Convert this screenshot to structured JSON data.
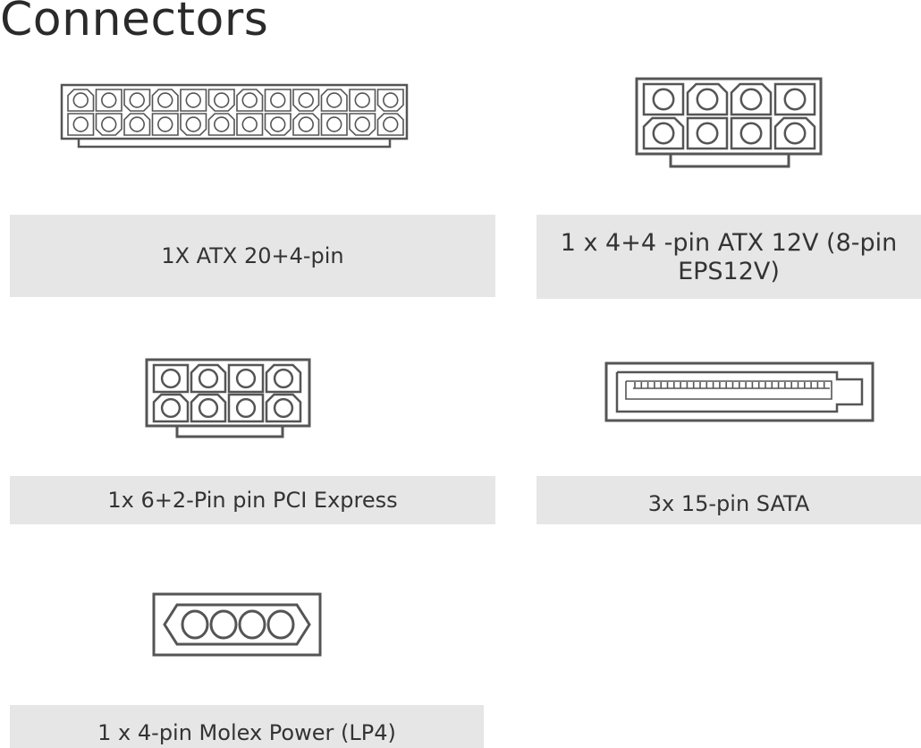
{
  "page": {
    "title": "Connectors"
  },
  "connectors": [
    {
      "id": "atx24",
      "icon": "atx-24pin-connector-icon",
      "label": "1X ATX 20+4-pin"
    },
    {
      "id": "eps8",
      "icon": "eps-8pin-connector-icon",
      "label_line1": "1 x 4+4 -pin ATX 12V (8-pin",
      "label_line2": "EPS12V)"
    },
    {
      "id": "pcie8",
      "icon": "pcie-8pin-connector-icon",
      "label": "1x 6+2-Pin  pin PCI Express"
    },
    {
      "id": "sata",
      "icon": "sata-connector-icon",
      "label": "3x 15-pin SATA"
    },
    {
      "id": "molex",
      "icon": "molex-connector-icon",
      "label": "1 x 4-pin Molex Power (LP4)"
    }
  ],
  "colors": {
    "label_bar": "#e6e6e6",
    "line": "#555555",
    "title": "#2a2a2a"
  }
}
